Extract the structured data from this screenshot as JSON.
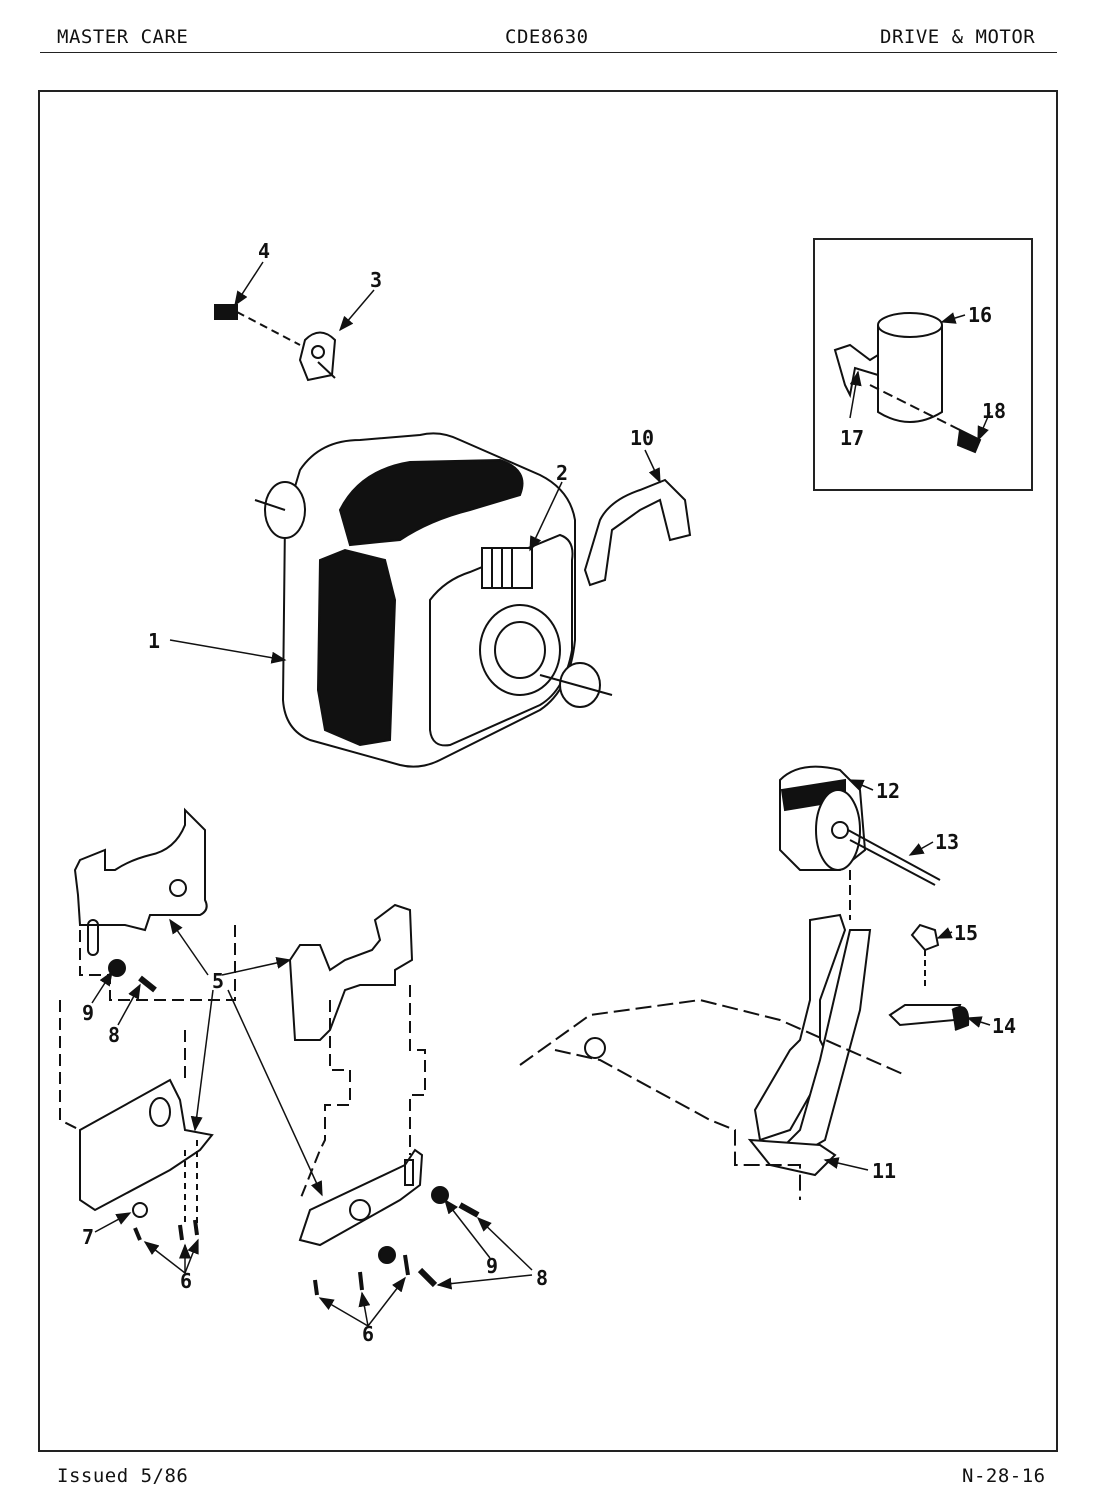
{
  "header": {
    "left": "MASTER CARE",
    "center": "CDE8630",
    "right": "DRIVE & MOTOR"
  },
  "footer": {
    "left": "Issued 5/86",
    "right": "N-28-16"
  },
  "callouts": [
    "1",
    "2",
    "3",
    "4",
    "5",
    "6",
    "6",
    "7",
    "8",
    "8",
    "9",
    "9",
    "10",
    "11",
    "12",
    "13",
    "14",
    "15",
    "16",
    "17",
    "18"
  ]
}
